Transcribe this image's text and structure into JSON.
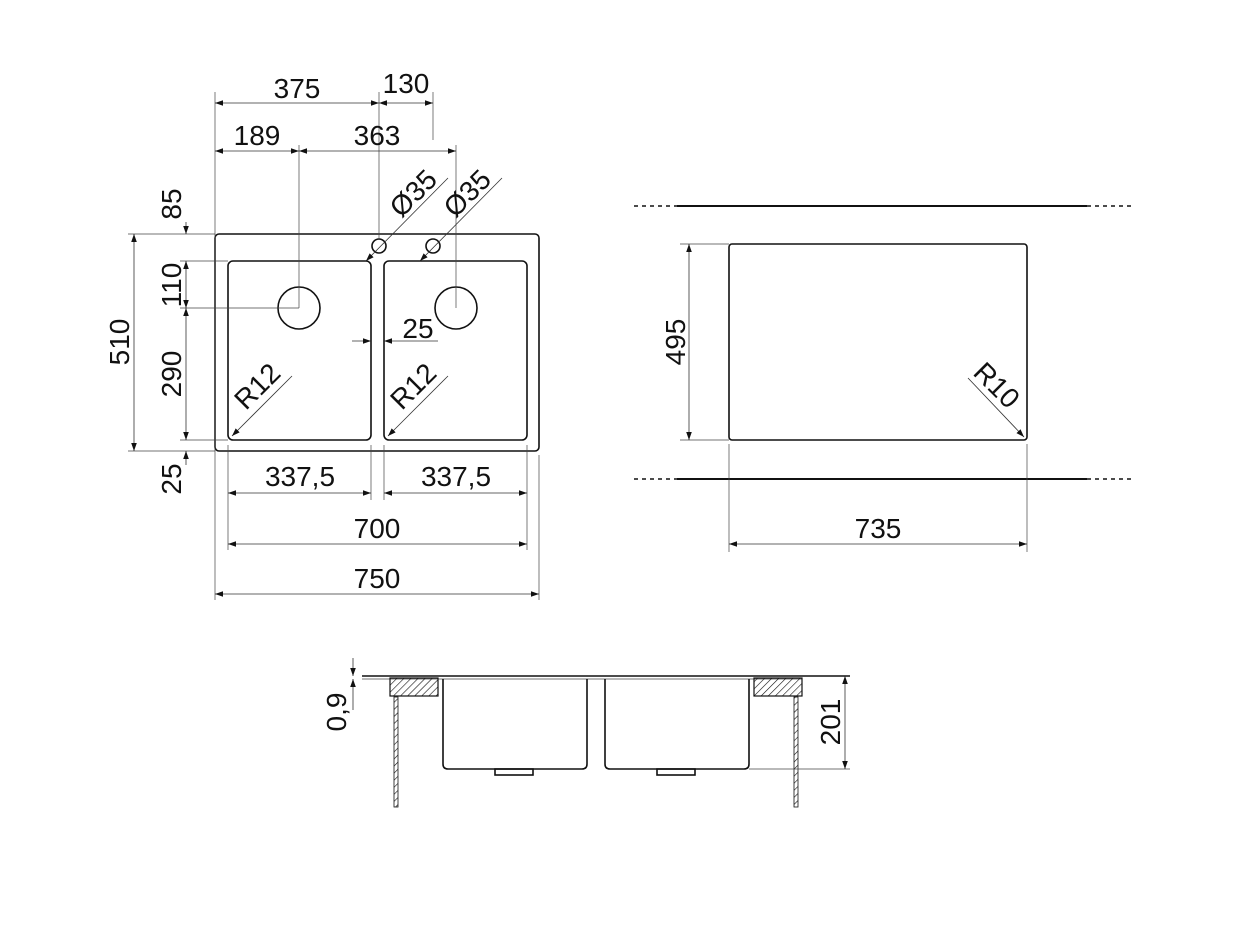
{
  "dimensions": {
    "top_375": "375",
    "top_130": "130",
    "top_189": "189",
    "top_363": "363",
    "hole_d35_a": "Ø35",
    "hole_d35_b": "Ø35",
    "left_85": "85",
    "left_110": "110",
    "left_510": "510",
    "left_290": "290",
    "left_25": "25",
    "gap_25": "25",
    "radius_left": "R12",
    "radius_right": "R12",
    "bowl_left_width": "337,5",
    "bowl_right_width": "337,5",
    "inner_width": "700",
    "outer_width": "750",
    "cutout_height": "495",
    "cutout_radius": "R10",
    "cutout_width": "735",
    "thickness": "0,9",
    "depth": "201"
  },
  "colors": {
    "line": "#111111",
    "background": "#ffffff"
  }
}
